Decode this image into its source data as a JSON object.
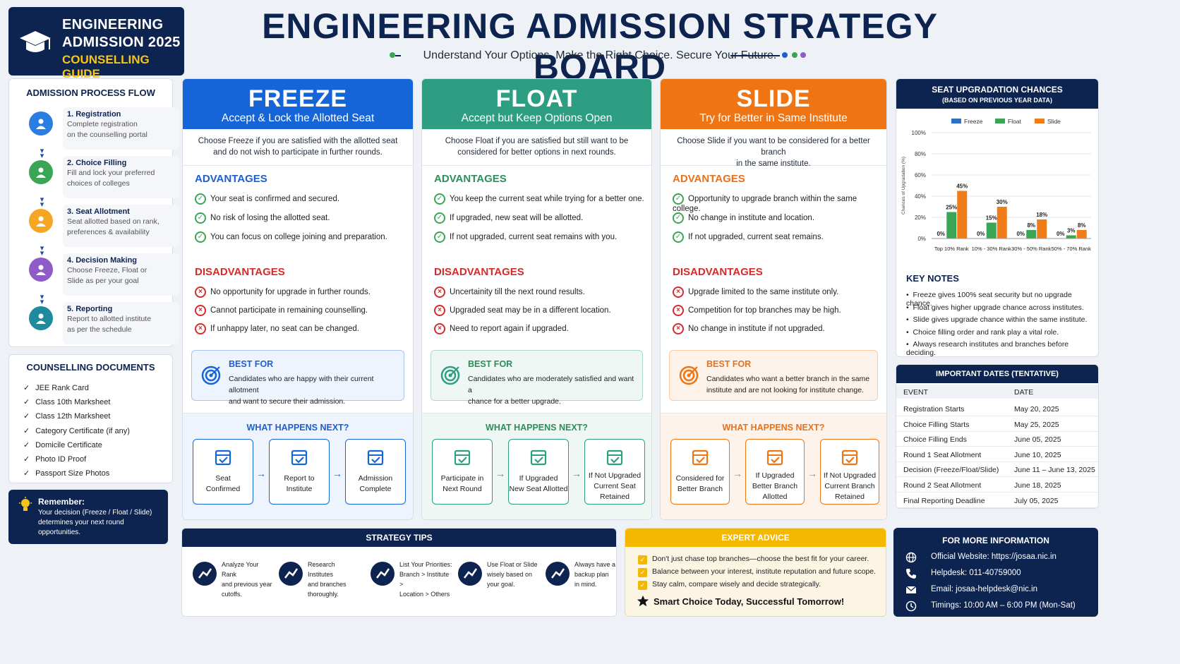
{
  "brand": {
    "line1": "ENGINEERING",
    "line2": "ADMISSION 2025",
    "line3": "COUNSELLING GUIDE"
  },
  "header": {
    "title": "ENGINEERING ADMISSION STRATEGY BOARD",
    "subtitle": "Understand Your Options. Make the Right Choice. Secure Your Future."
  },
  "process": {
    "title": "ADMISSION PROCESS FLOW",
    "steps": [
      {
        "title": "1. Registration",
        "desc1": "Complete registration",
        "desc2": "on the counselling portal",
        "color": "#2a7de1",
        "icon": "user-icon"
      },
      {
        "title": "2. Choice Filling",
        "desc1": "Fill and lock your preferred",
        "desc2": "choices of colleges",
        "color": "#3aa655",
        "icon": "clipboard-icon"
      },
      {
        "title": "3. Seat Allotment",
        "desc1": "Seat allotted based on rank,",
        "desc2": "preferences & availability",
        "color": "#f5a623",
        "icon": "seat-icon"
      },
      {
        "title": "4. Decision Making",
        "desc1": "Choose Freeze, Float or",
        "desc2": "Slide as per your goal",
        "color": "#8e5bc8",
        "icon": "decision-icon"
      },
      {
        "title": "5. Reporting",
        "desc1": "Report to allotted institute",
        "desc2": "as per the schedule",
        "color": "#1e8a9e",
        "icon": "building-icon"
      }
    ]
  },
  "documents": {
    "title": "COUNSELLING DOCUMENTS",
    "items": [
      "JEE Rank Card",
      "Class 10th Marksheet",
      "Class 12th Marksheet",
      "Category Certificate (if any)",
      "Domicile Certificate",
      "Photo ID Proof",
      "Passport Size Photos"
    ]
  },
  "remember": {
    "title": "Remember:",
    "line1": "Your decision (Freeze / Float / Slide)",
    "line2": "determines your next round",
    "line3": "opportunities."
  },
  "columns": [
    {
      "name": "FREEZE",
      "tagline": "Accept & Lock the Allotted Seat",
      "color": "#1565d8",
      "accent": "#1e5fd0",
      "intro1": "Choose Freeze if you are satisfied with the allotted seat",
      "intro2": "and do not wish to participate in further rounds.",
      "adv_title": "ADVANTAGES",
      "advantages": [
        "Your seat is confirmed and secured.",
        "No risk of losing the allotted seat.",
        "You can focus on college joining and preparation."
      ],
      "dis_title": "DISADVANTAGES",
      "disadvantages": [
        "No opportunity for upgrade in further rounds.",
        "Cannot participate in remaining counselling.",
        "If unhappy later, no seat can be changed."
      ],
      "best_title": "BEST FOR",
      "best1": "Candidates who are happy with their current allotment",
      "best2": "and want to secure their admission.",
      "next_title": "WHAT HAPPENS NEXT?",
      "next": [
        {
          "l1": "Seat",
          "l2": "Confirmed",
          "l3": ""
        },
        {
          "l1": "Report to",
          "l2": "Institute",
          "l3": ""
        },
        {
          "l1": "Admission",
          "l2": "Complete",
          "l3": ""
        }
      ]
    },
    {
      "name": "FLOAT",
      "tagline": "Accept but Keep Options Open",
      "color": "#2e9e82",
      "accent": "#2b8f5c",
      "intro1": "Choose Float if you are satisfied but still want to be",
      "intro2": "considered for better options in next rounds.",
      "adv_title": "ADVANTAGES",
      "advantages": [
        "You keep the current seat while trying for a better one.",
        "If upgraded, new seat will be allotted.",
        "If not upgraded, current seat remains with you."
      ],
      "dis_title": "DISADVANTAGES",
      "disadvantages": [
        "Uncertainity till the next round results.",
        "Upgraded seat may be in a different location.",
        "Need to report again if upgraded."
      ],
      "best_title": "BEST FOR",
      "best1": "Candidates who are moderately satisfied and want a",
      "best2": "chance for a better upgrade.",
      "next_title": "WHAT HAPPENS NEXT?",
      "next": [
        {
          "l1": "Participate in",
          "l2": "Next Round",
          "l3": ""
        },
        {
          "l1": "If Upgraded",
          "l2": "New Seat Allotted",
          "l3": ""
        },
        {
          "l1": "If Not Upgraded",
          "l2": "Current Seat",
          "l3": "Retained"
        }
      ]
    },
    {
      "name": "SLIDE",
      "tagline": "Try for Better in Same Institute",
      "color": "#ef7414",
      "accent": "#e8711a",
      "intro1": "Choose Slide if you want to be considered for a better branch",
      "intro2": "in the same institute.",
      "adv_title": "ADVANTAGES",
      "advantages": [
        "Opportunity to upgrade branch within the same college.",
        "No change in institute and location.",
        "If not upgraded, current seat remains."
      ],
      "dis_title": "DISADVANTAGES",
      "disadvantages": [
        "Upgrade limited to the same institute only.",
        "Competition for top branches may be high.",
        "No change in institute if not upgraded."
      ],
      "best_title": "BEST FOR",
      "best1": "Candidates who want a better branch in the same",
      "best2": "institute and are not looking for institute change.",
      "next_title": "WHAT HAPPENS NEXT?",
      "next": [
        {
          "l1": "Considered for",
          "l2": "Better Branch",
          "l3": ""
        },
        {
          "l1": "If Upgraded",
          "l2": "Better Branch",
          "l3": "Allotted"
        },
        {
          "l1": "If Not Upgraded",
          "l2": "Current Branch",
          "l3": "Retained"
        }
      ]
    }
  ],
  "chart_data": {
    "type": "bar",
    "title": "SEAT UPGRADATION CHANCES",
    "subtitle": "(BASED ON PREVIOUS YEAR DATA)",
    "ylabel": "Chances of Upgradation (%)",
    "xlabel": "",
    "ylim": [
      0,
      100
    ],
    "yticks": [
      "0%",
      "20%",
      "40%",
      "60%",
      "80%",
      "100%"
    ],
    "categories": [
      "Top 10% Rank",
      "10% - 30% Rank",
      "30% - 50% Rank",
      "50% - 70% Rank"
    ],
    "series": [
      {
        "name": "Freeze",
        "color": "#2f6fc4",
        "values": [
          0,
          0,
          0,
          0
        ],
        "labels": [
          "0%",
          "0%",
          "0%",
          "0%"
        ]
      },
      {
        "name": "Float",
        "color": "#3aa655",
        "values": [
          25,
          15,
          8,
          3
        ],
        "labels": [
          "25%",
          "15%",
          "8%",
          "3%"
        ]
      },
      {
        "name": "Slide",
        "color": "#f07c1a",
        "values": [
          45,
          30,
          18,
          8
        ],
        "labels": [
          "45%",
          "30%",
          "18%",
          "8%"
        ]
      }
    ],
    "legend": "top",
    "grid": true
  },
  "key_notes": {
    "title": "KEY NOTES",
    "items": [
      "Freeze gives 100% seat security but no upgrade chance.",
      "Float gives higher upgrade chance across institutes.",
      "Slide gives upgrade chance within the same institute.",
      "Choice filling order and rank play a vital role.",
      "Always research institutes and branches before deciding."
    ]
  },
  "dates": {
    "title": "IMPORTANT DATES (TENTATIVE)",
    "col1": "EVENT",
    "col2": "DATE",
    "rows": [
      {
        "event": "Registration Starts",
        "date": "May 20, 2025"
      },
      {
        "event": "Choice Filling Starts",
        "date": "May 25, 2025"
      },
      {
        "event": "Choice Filling Ends",
        "date": "June 05, 2025"
      },
      {
        "event": "Round 1 Seat Allotment",
        "date": "June 10, 2025"
      },
      {
        "event": "Decision (Freeze/Float/Slide)",
        "date": "June 11 – June 13, 2025"
      },
      {
        "event": "Round 2 Seat Allotment",
        "date": "June 18, 2025"
      },
      {
        "event": "Final Reporting Deadline",
        "date": "July 05, 2025"
      }
    ]
  },
  "tips": {
    "title": "STRATEGY TIPS",
    "items": [
      {
        "l1": "Analyze Your Rank",
        "l2": "and previous year",
        "l3": "cutoffs."
      },
      {
        "l1": "Research Institutes",
        "l2": "and branches",
        "l3": "thoroughly."
      },
      {
        "l1": "List Your Priorities:",
        "l2": "Branch > Institute >",
        "l3": "Location > Others"
      },
      {
        "l1": "Use Float or Slide",
        "l2": "wisely based on",
        "l3": "your goal."
      },
      {
        "l1": "Always have a",
        "l2": "backup plan",
        "l3": "in mind."
      }
    ]
  },
  "advice": {
    "title": "EXPERT ADVICE",
    "items": [
      "Don't just chase top branches—choose the best fit for your career.",
      "Balance between your interest, institute reputation and future scope.",
      "Stay calm, compare wisely and decide strategically."
    ],
    "slogan": "Smart Choice Today, Successful Tomorrow!"
  },
  "info": {
    "title": "FOR MORE INFORMATION",
    "website": "Official Website: https://josaa.nic.in",
    "helpdesk": "Helpdesk: 011-40759000",
    "email": "Email: josaa-helpdesk@nic.in",
    "timings": "Timings: 10:00 AM – 6:00 PM (Mon-Sat)"
  }
}
